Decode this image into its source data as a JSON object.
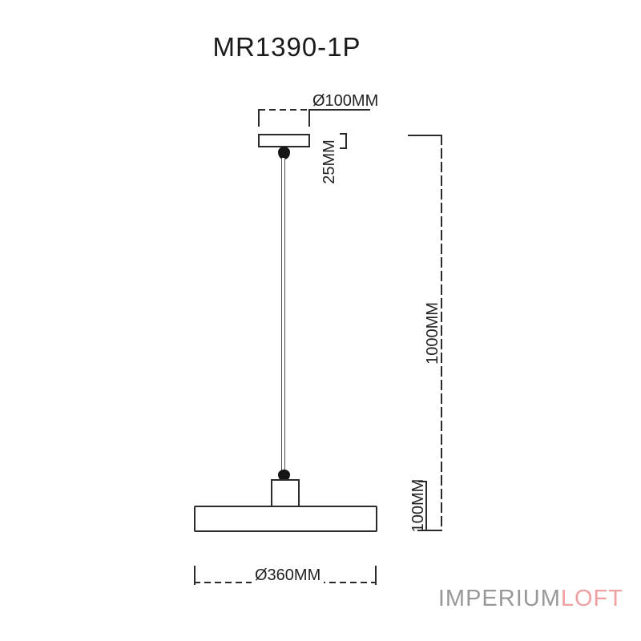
{
  "title": {
    "model": "MR1390-1P"
  },
  "dimensions": {
    "canopy_diameter_label": "Ø100MM",
    "canopy_height_label": "25MM",
    "suspension_length_label": "1000MM",
    "shade_height_label": "100MM",
    "shade_diameter_label": "Ø360MM"
  },
  "brand": {
    "primary": "IMPERIUM",
    "accent": "LOFT",
    "primary_color": "#98989b",
    "accent_color": "#f09fa2"
  },
  "drawing": {
    "line_color": "#2b2b2b",
    "text_color": "#1c1c1c"
  }
}
